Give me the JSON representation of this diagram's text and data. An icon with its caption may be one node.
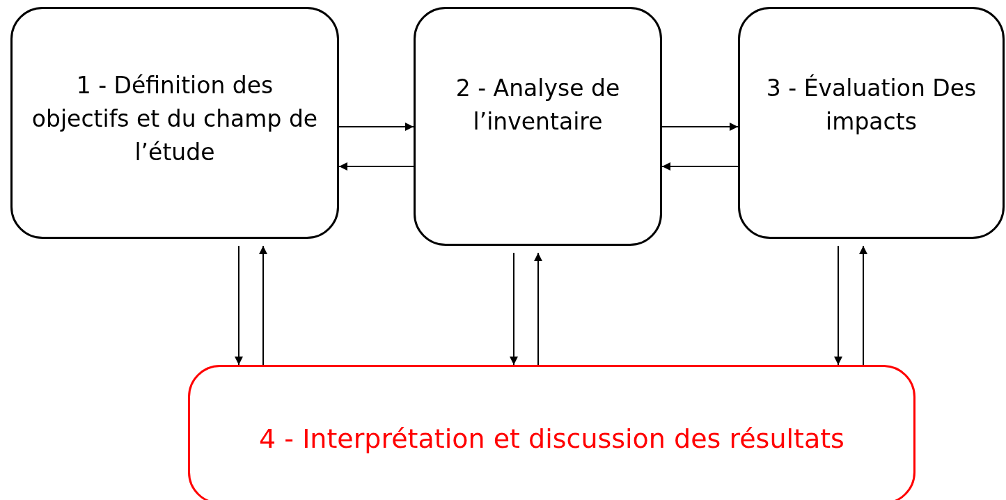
{
  "diagram": {
    "nodes": [
      {
        "text": [
          "1 - Définition des objectifs et du champ de l’étude"
        ]
      },
      {
        "text": [
          "2 - Analyse de l’inventaire"
        ]
      },
      {
        "text": [
          "3 - Évaluation Des impacts"
        ]
      },
      {
        "text": [
          "4 - Interprétation et discussion des résultats"
        ]
      }
    ],
    "edges": [
      {
        "from": 0,
        "to": 1,
        "arrow": "to"
      },
      {
        "from": 1,
        "to": 0,
        "arrow": "to"
      },
      {
        "from": 1,
        "to": 2,
        "arrow": "to"
      },
      {
        "from": 2,
        "to": 1,
        "arrow": "to"
      },
      {
        "from": 0,
        "to": 3,
        "arrow": "to"
      },
      {
        "from": 3,
        "to": 0,
        "arrow": "to"
      },
      {
        "from": 1,
        "to": 3,
        "arrow": "to"
      },
      {
        "from": 3,
        "to": 1,
        "arrow": "to"
      },
      {
        "from": 2,
        "to": 3,
        "arrow": "to"
      },
      {
        "from": 3,
        "to": 2,
        "arrow": "to"
      }
    ]
  }
}
